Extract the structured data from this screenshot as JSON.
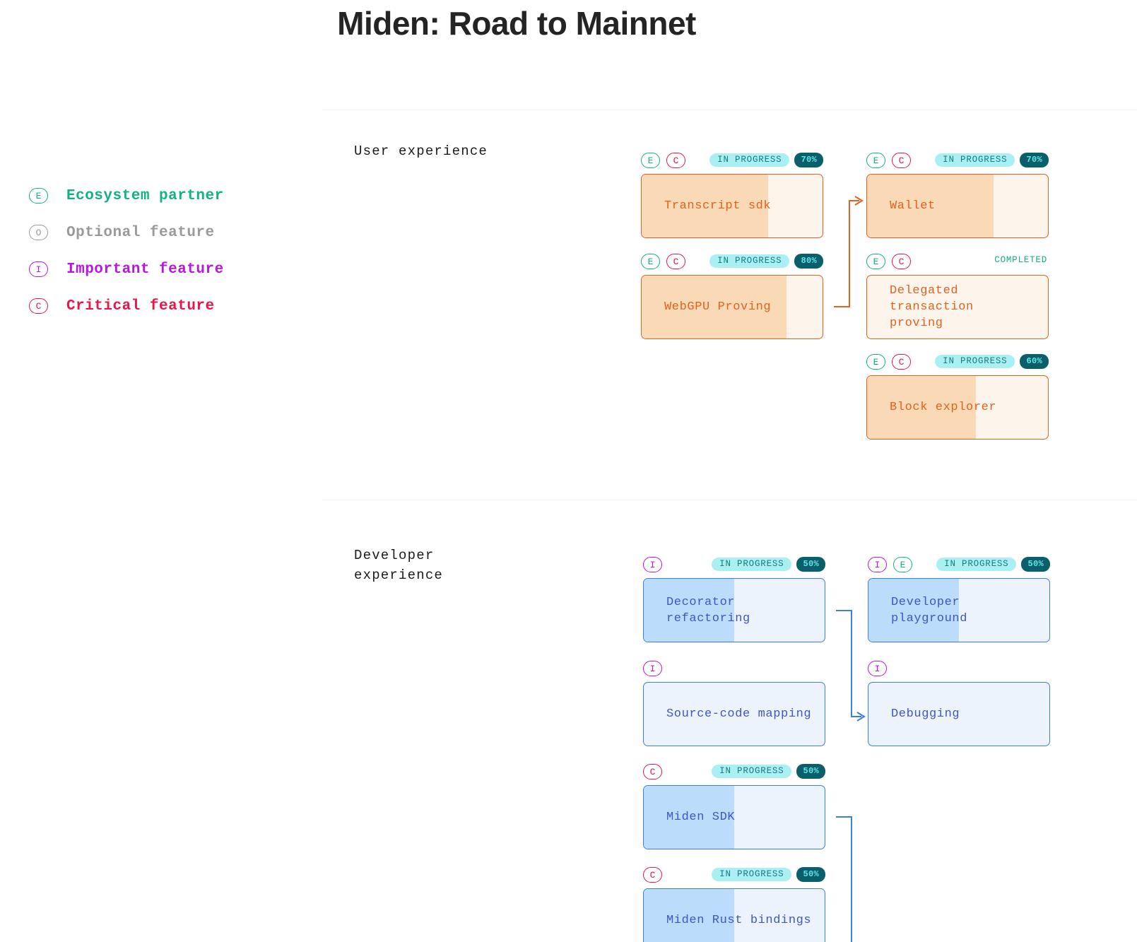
{
  "title": "Miden: Road to Mainnet",
  "legend": {
    "items": [
      {
        "tag": "E",
        "label": "Ecosystem partner",
        "color": "#13b183"
      },
      {
        "tag": "O",
        "label": "Optional feature",
        "color": "#9a9a9a"
      },
      {
        "tag": "I",
        "label": "Important feature",
        "color": "#b817e0"
      },
      {
        "tag": "C",
        "label": "Critical feature",
        "color": "#e8174a"
      }
    ]
  },
  "sections": [
    {
      "label": "User experience"
    },
    {
      "label": "Developer\nexperience"
    }
  ],
  "status_labels": {
    "in_progress": "IN PROGRESS",
    "completed": "COMPLETED"
  },
  "cards": {
    "transcript_sdk": {
      "name": "Transcript sdk",
      "tags": [
        "E",
        "C"
      ],
      "status": "IN PROGRESS",
      "percent": "70%",
      "progress": 70
    },
    "webgpu_proving": {
      "name": "WebGPU Proving",
      "tags": [
        "E",
        "C"
      ],
      "status": "IN PROGRESS",
      "percent": "80%",
      "progress": 80
    },
    "wallet": {
      "name": "Wallet",
      "tags": [
        "E",
        "C"
      ],
      "status": "IN PROGRESS",
      "percent": "70%",
      "progress": 70
    },
    "delegated_transaction_proving": {
      "name": "Delegated transaction\nproving",
      "tags": [
        "E",
        "C"
      ],
      "status": "COMPLETED",
      "percent": "",
      "progress": 0
    },
    "block_explorer": {
      "name": "Block explorer",
      "tags": [
        "E",
        "C"
      ],
      "status": "IN PROGRESS",
      "percent": "60%",
      "progress": 60
    },
    "decorator_refactoring": {
      "name": "Decorator refactoring",
      "tags": [
        "I"
      ],
      "status": "IN PROGRESS",
      "percent": "50%",
      "progress": 50
    },
    "developer_playground": {
      "name": "Developer playground",
      "tags": [
        "I",
        "E"
      ],
      "status": "IN PROGRESS",
      "percent": "50%",
      "progress": 50
    },
    "source_code_mapping": {
      "name": "Source-code mapping",
      "tags": [
        "I"
      ],
      "status": "",
      "percent": "",
      "progress": 0
    },
    "debugging": {
      "name": "Debugging",
      "tags": [
        "I"
      ],
      "status": "",
      "percent": "",
      "progress": 0
    },
    "miden_sdk": {
      "name": "Miden SDK",
      "tags": [
        "C"
      ],
      "status": "IN PROGRESS",
      "percent": "50%",
      "progress": 50
    },
    "miden_rust_bindings": {
      "name": "Miden Rust bindings",
      "tags": [
        "C"
      ],
      "status": "IN PROGRESS",
      "percent": "50%",
      "progress": 50
    }
  },
  "colors": {
    "orange_border": "#e2621f",
    "blue_border": "#3b7fe0",
    "status_bg": "#aaf0f2",
    "percent_bg": "#0b5f6b"
  }
}
